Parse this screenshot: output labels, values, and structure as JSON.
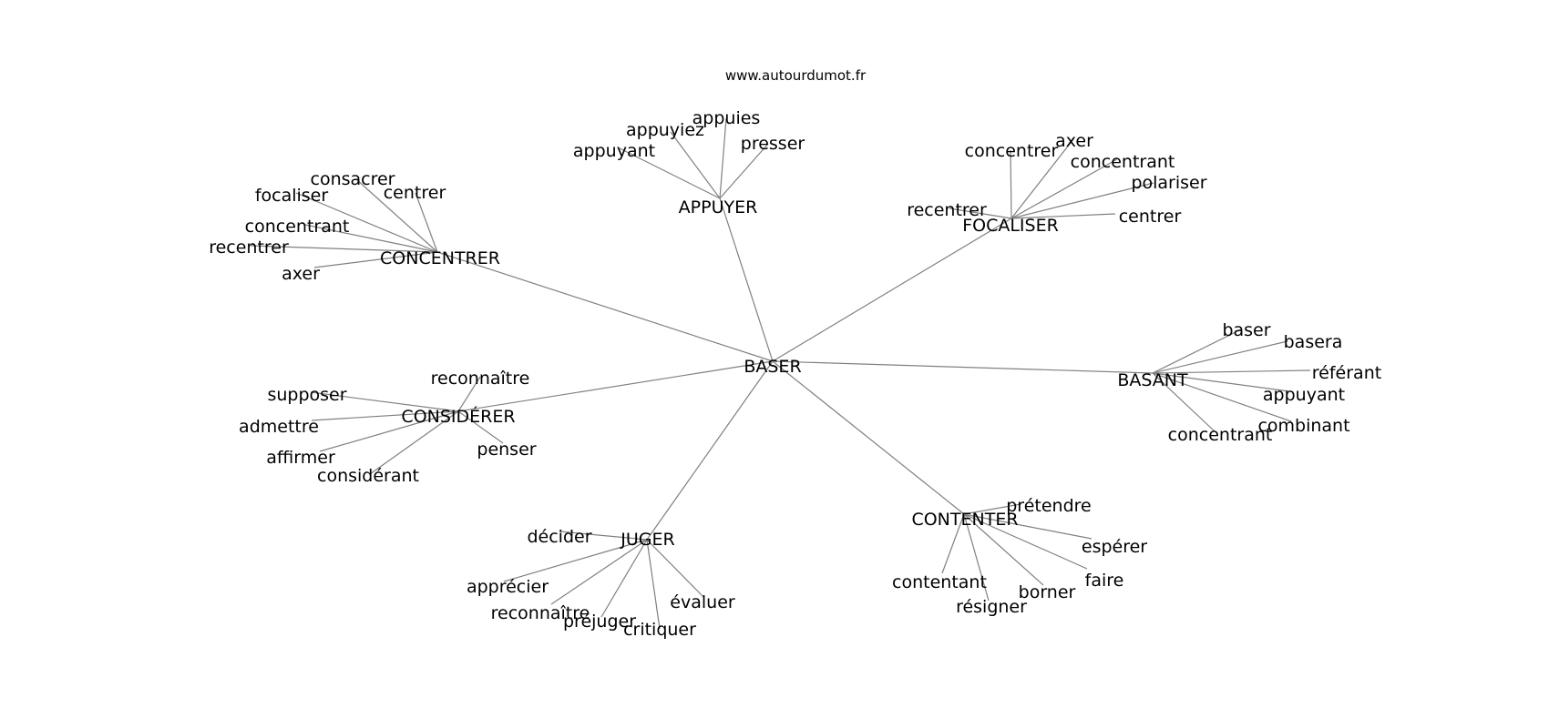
{
  "credit": "www.autourdumot.fr",
  "root": "BASER",
  "groups": [
    {
      "word": "CONCENTRER",
      "synonyms": [
        "consacrer",
        "focaliser",
        "centrer",
        "concentrant",
        "recentrer",
        "axer"
      ]
    },
    {
      "word": "APPUYER",
      "synonyms": [
        "appuies",
        "appuyiez",
        "appuyant",
        "presser"
      ]
    },
    {
      "word": "FOCALISER",
      "synonyms": [
        "concentrer",
        "axer",
        "concentrant",
        "polariser",
        "recentrer",
        "centrer"
      ]
    },
    {
      "word": "BASANT",
      "synonyms": [
        "baser",
        "basera",
        "référant",
        "appuyant",
        "combinant",
        "concentrant"
      ]
    },
    {
      "word": "CONSIDÉRER",
      "synonyms": [
        "reconnaître",
        "supposer",
        "admettre",
        "affirmer",
        "considérant",
        "penser"
      ]
    },
    {
      "word": "JUGER",
      "synonyms": [
        "décider",
        "apprécier",
        "reconnaître",
        "préjuger",
        "critiquer",
        "évaluer"
      ]
    },
    {
      "word": "CONTENTER",
      "synonyms": [
        "prétendre",
        "espérer",
        "faire",
        "borner",
        "résigner",
        "contentant"
      ]
    }
  ]
}
